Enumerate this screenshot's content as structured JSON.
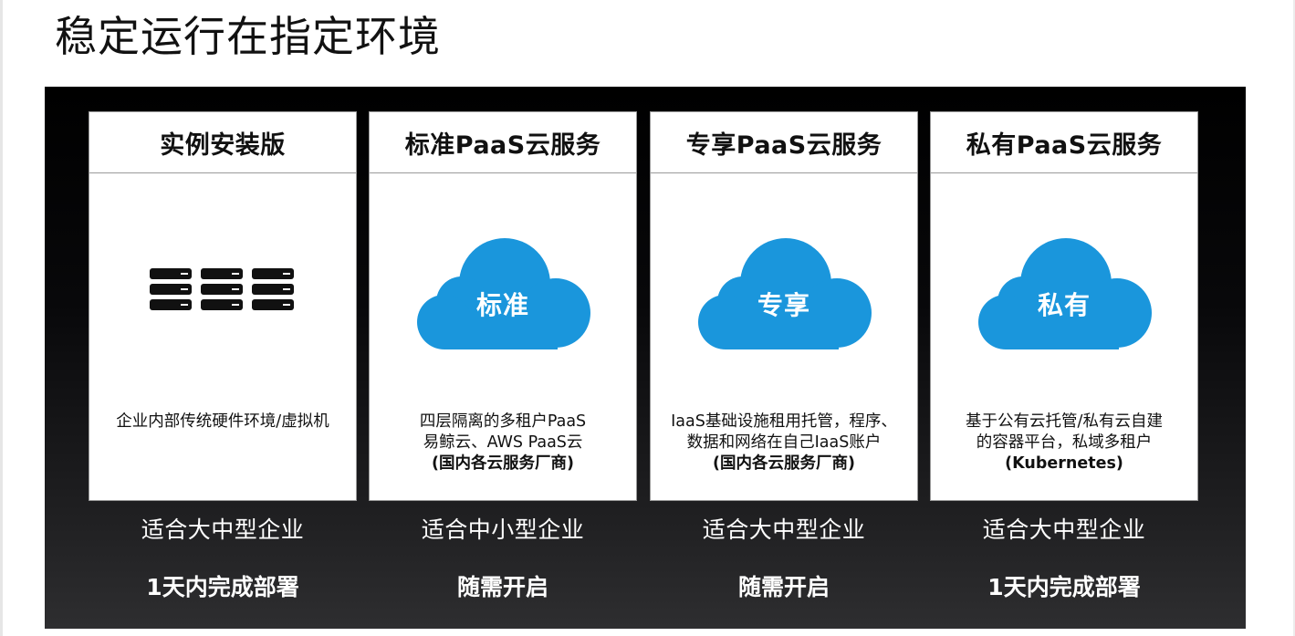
{
  "title": "稳定运行在指定环境",
  "cards": [
    {
      "header": "实例安装版",
      "visual": {
        "kind": "server-stacks",
        "icon": "server-stack-icon",
        "count": 3
      },
      "desc": [
        "企业内部传统硬件环境/虚拟机"
      ],
      "desc_bold": "",
      "suit": "适合大中型企业",
      "deploy": "1天内完成部署"
    },
    {
      "header": "标准PaaS云服务",
      "visual": {
        "kind": "cloud",
        "icon": "cloud-icon",
        "label": "标准"
      },
      "desc": [
        "四层隔离的多租户PaaS",
        "易鲸云、AWS PaaS云"
      ],
      "desc_bold": "(国内各云服务厂商)",
      "suit": "适合中小型企业",
      "deploy": "随需开启"
    },
    {
      "header": "专享PaaS云服务",
      "visual": {
        "kind": "cloud",
        "icon": "cloud-icon",
        "label": "专享"
      },
      "desc": [
        "IaaS基础设施租用托管，程序、",
        "数据和网络在自己IaaS账户"
      ],
      "desc_bold": "(国内各云服务厂商)",
      "suit": "适合大中型企业",
      "deploy": "随需开启"
    },
    {
      "header": "私有PaaS云服务",
      "visual": {
        "kind": "cloud",
        "icon": "cloud-icon",
        "label": "私有"
      },
      "desc": [
        "基于公有云托管/私有云自建",
        "的容器平台，私域多租户"
      ],
      "desc_bold": "(Kubernetes)",
      "suit": "适合大中型企业",
      "deploy": "1天内完成部署"
    }
  ],
  "colors": {
    "cloud": "#1a96dc",
    "server": "#111111",
    "panel": "#000000",
    "card_border": "#9a9a9a"
  }
}
